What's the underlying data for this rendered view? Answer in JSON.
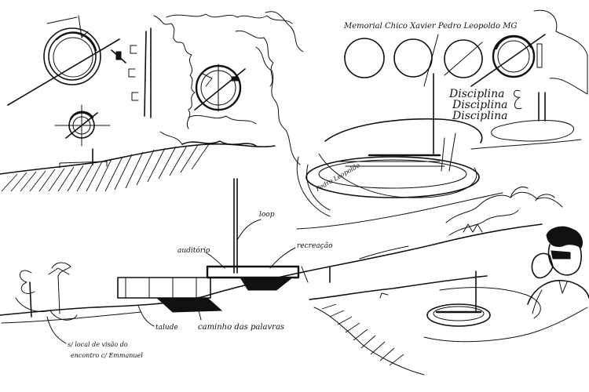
{
  "sheet": {
    "title_line": "Memorial Chico Xavier   Pedro Leopoldo MG",
    "discipline_words": [
      "Disciplina",
      "Disciplina",
      "Disciplina"
    ],
    "ring_caption": "Pedro Leopoldo",
    "labels": {
      "loop": "loop",
      "auditorio": "auditório",
      "recreacao": "recreação",
      "caminho": "caminho das palavras",
      "talude": "talude",
      "note_line1": "s/ local de visão do",
      "note_line2": "encontro c/ Emmanuel"
    }
  }
}
